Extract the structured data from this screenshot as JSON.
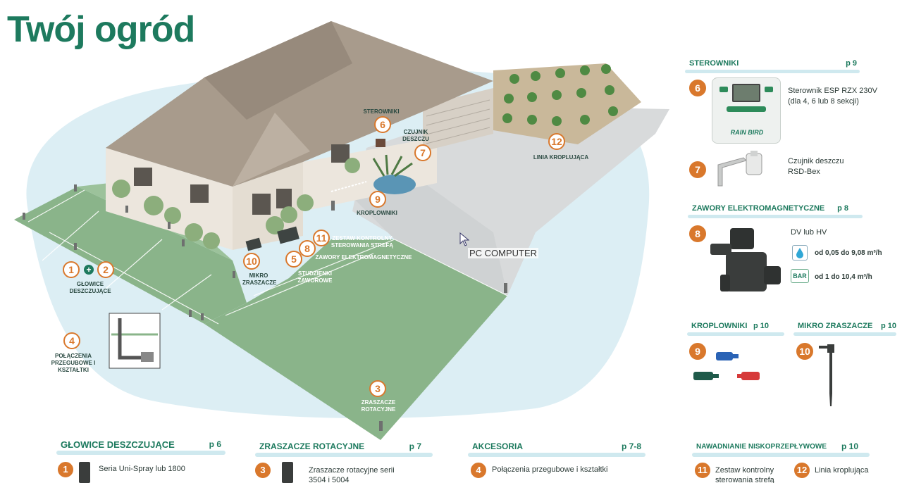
{
  "title": "Twój ogród",
  "cursor_label": "PC COMPUTER",
  "scene": {
    "labels": {
      "sterowniki": "STEROWNIKI",
      "czujnik": "CZUJNIK DESZCZU",
      "linia": "LINIA KROPLUJĄCA",
      "kroplowniki": "KROPLOWNIKI",
      "zestaw": "ZESTAW KONTROLNY STEROWANIA STREFĄ",
      "zawory": "ZAWORY ELEKTROMAGNETYCZNE",
      "studzienki": "STUDZIENKI ZAWOROWE",
      "mikro": "MIKRO ZRASZACZE",
      "glowice": "GŁOWICE DESZCZUJĄCE",
      "polaczenia": "POŁĄCZENIA PRZEGUBOWE I KSZTAŁTKI",
      "zraszacze": "ZRASZACZE ROTACYJNE"
    },
    "numbers": {
      "n1": "1",
      "n2": "2",
      "n3": "3",
      "n4": "4",
      "n5": "5",
      "n6": "6",
      "n7": "7",
      "n8": "8",
      "n9": "9",
      "n10": "10",
      "n11": "11",
      "n12": "12"
    }
  },
  "panel": {
    "sterowniki": {
      "title": "STEROWNIKI",
      "page": "p 9",
      "num": "6",
      "name": "Sterownik ESP RZX 230V",
      "desc": "(dla 4, 6 lub 8 sekcji)",
      "brand": "RAIN BIRD"
    },
    "czujnik": {
      "num": "7",
      "name": "Czujnik deszczu",
      "model": "RSD-Bex"
    },
    "zawory": {
      "title": "ZAWORY ELEKTROMAGNETYCZNE",
      "page": "p 8",
      "num": "8",
      "name": "DV lub HV",
      "flow": "od 0,05 do 9,08 m³/h",
      "bar_label": "BAR",
      "pressure": "od 1 do 10,4 m³/h"
    },
    "kroplowniki": {
      "title": "KROPLOWNIKI",
      "page": "p 10",
      "num": "9"
    },
    "mikro": {
      "title": "MIKRO ZRASZACZE",
      "page": "p 10",
      "num": "10"
    }
  },
  "bottom": {
    "glowice": {
      "title": "GŁOWICE DESZCZUJĄCE",
      "page": "p 6",
      "num": "1",
      "text": "Seria Uni-Spray lub 1800"
    },
    "rotacyjne": {
      "title": "ZRASZACZE ROTACYJNE",
      "page": "p 7",
      "num": "3",
      "text1": "Zraszacze rotacyjne serii",
      "text2": "3504 i 5004"
    },
    "akcesoria": {
      "title": "AKCESORIA",
      "page": "p 7-8",
      "num": "4",
      "text": "Połączenia przegubowe i kształtki"
    },
    "nisko": {
      "title": "NAWADNIANIE NISKOPRZEPŁYWOWE",
      "page": "p 10",
      "num11": "11",
      "text11a": "Zestaw kontrolny",
      "text11b": "sterowania strefą",
      "num12": "12",
      "text12": "Linia kroplująca"
    }
  },
  "colors": {
    "accent": "#1d7a5e",
    "number": "#d9782c",
    "lawn": "#8ab48a",
    "blob": "#dceef4"
  }
}
